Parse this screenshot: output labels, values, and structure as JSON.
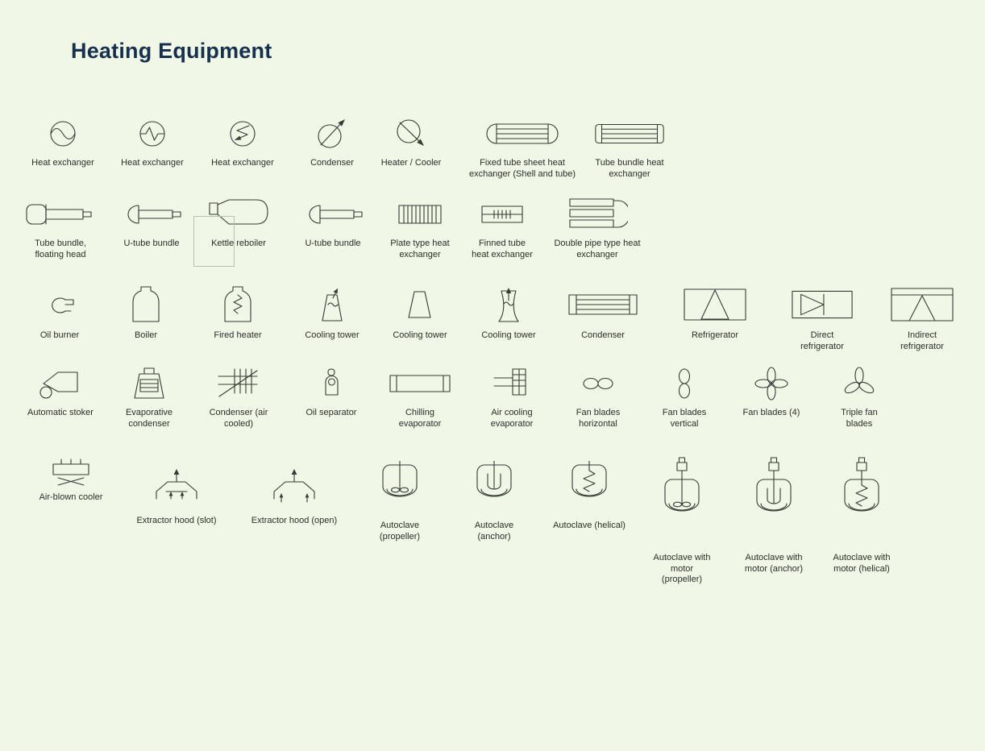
{
  "title": "Heating Equipment",
  "colors": {
    "background": "#f0f7e6",
    "stroke": "#333c36",
    "title": "#16304d",
    "label": "#26302a"
  },
  "symbols": [
    {
      "icon": "heat-exchanger-wave-icon",
      "label": "Heat exchanger"
    },
    {
      "icon": "heat-exchanger-zigzag-icon",
      "label": "Heat exchanger"
    },
    {
      "icon": "heat-exchanger-arrow-icon",
      "label": "Heat exchanger"
    },
    {
      "icon": "condenser-circle-icon",
      "label": "Condenser"
    },
    {
      "icon": "heater-cooler-icon",
      "label": "Heater / Cooler"
    },
    {
      "icon": "fixed-tube-sheet-heat-exchanger-icon",
      "label": "Fixed tube sheet heat exchanger (Shell and tube)"
    },
    {
      "icon": "tube-bundle-heat-exchanger-icon",
      "label": "Tube bundle heat exchanger"
    },
    {
      "icon": "tube-bundle-floating-head-icon",
      "label": "Tube bundle, floating head"
    },
    {
      "icon": "u-tube-bundle-icon",
      "label": "U-tube bundle"
    },
    {
      "icon": "kettle-reboiler-icon",
      "label": "Kettle reboiler"
    },
    {
      "icon": "u-tube-bundle-icon",
      "label": "U-tube bundle"
    },
    {
      "icon": "plate-type-heat-exchanger-icon",
      "label": "Plate type heat exchanger"
    },
    {
      "icon": "finned-tube-heat-exchanger-icon",
      "label": "Finned tube heat exchanger"
    },
    {
      "icon": "double-pipe-heat-exchanger-icon",
      "label": "Double pipe type heat exchanger"
    },
    {
      "icon": "oil-burner-icon",
      "label": "Oil burner"
    },
    {
      "icon": "boiler-icon",
      "label": "Boiler"
    },
    {
      "icon": "fired-heater-icon",
      "label": "Fired heater"
    },
    {
      "icon": "cooling-tower-induced-icon",
      "label": "Cooling tower"
    },
    {
      "icon": "cooling-tower-plain-icon",
      "label": "Cooling tower"
    },
    {
      "icon": "cooling-tower-hyperbolic-icon",
      "label": "Cooling tower"
    },
    {
      "icon": "condenser-tubes-icon",
      "label": "Condenser"
    },
    {
      "icon": "refrigerator-icon",
      "label": "Refrigerator"
    },
    {
      "icon": "direct-refrigerator-icon",
      "label": "Direct refrigerator"
    },
    {
      "icon": "indirect-refrigerator-icon",
      "label": "Indirect refrigerator"
    },
    {
      "icon": "automatic-stoker-icon",
      "label": "Automatic stoker"
    },
    {
      "icon": "evaporative-condenser-icon",
      "label": "Evaporative condenser"
    },
    {
      "icon": "condenser-air-cooled-icon",
      "label": "Condenser (air cooled)"
    },
    {
      "icon": "oil-separator-icon",
      "label": "Oil separator"
    },
    {
      "icon": "chilling-evaporator-icon",
      "label": "Chilling evaporator"
    },
    {
      "icon": "air-cooling-evaporator-icon",
      "label": "Air cooling evaporator"
    },
    {
      "icon": "fan-blades-horizontal-icon",
      "label": "Fan blades horizontal"
    },
    {
      "icon": "fan-blades-vertical-icon",
      "label": "Fan blades vertical"
    },
    {
      "icon": "fan-blades-4-icon",
      "label": "Fan blades (4)"
    },
    {
      "icon": "triple-fan-blades-icon",
      "label": "Triple fan blades"
    },
    {
      "icon": "air-blown-cooler-icon",
      "label": "Air-blown cooler"
    },
    {
      "icon": "extractor-hood-slot-icon",
      "label": "Extractor hood (slot)"
    },
    {
      "icon": "extractor-hood-open-icon",
      "label": "Extractor hood (open)"
    },
    {
      "icon": "autoclave-propeller-icon",
      "label": "Autoclave (propeller)"
    },
    {
      "icon": "autoclave-anchor-icon",
      "label": "Autoclave (anchor)"
    },
    {
      "icon": "autoclave-helical-icon",
      "label": "Autoclave (helical)"
    },
    {
      "icon": "autoclave-motor-propeller-icon",
      "label": "Autoclave with motor (propeller)"
    },
    {
      "icon": "autoclave-motor-anchor-icon",
      "label": "Autoclave with motor (anchor)"
    },
    {
      "icon": "autoclave-motor-helical-icon",
      "label": "Autoclave with motor (helical)"
    }
  ]
}
